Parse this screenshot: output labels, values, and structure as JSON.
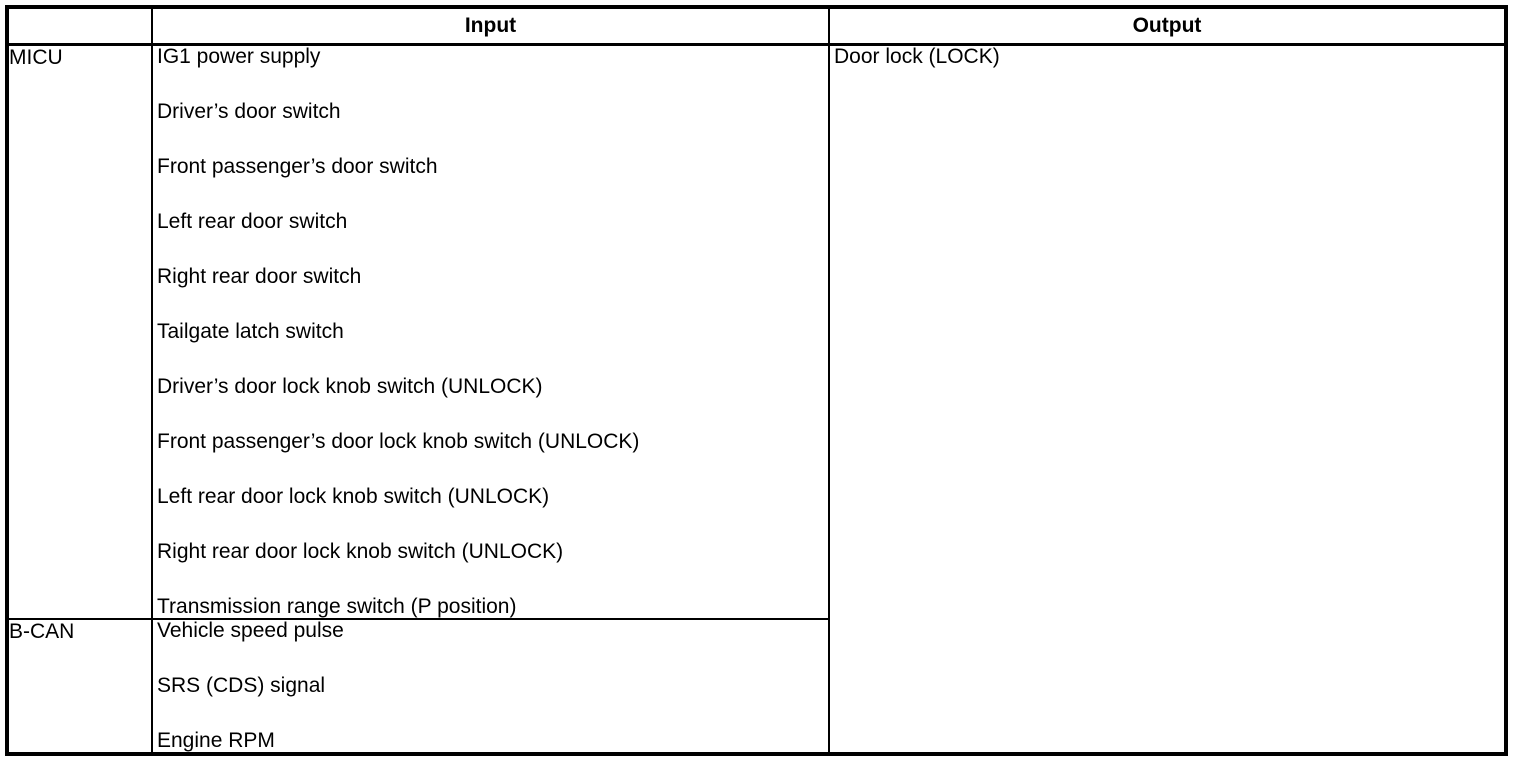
{
  "table": {
    "header": {
      "source": "",
      "input": "Input",
      "output": "Output"
    },
    "rows": [
      {
        "source": "MICU",
        "inputs": [
          "IG1 power supply",
          "Driver’s door switch",
          "Front passenger’s door switch",
          "Left rear door switch",
          "Right rear door switch",
          "Tailgate latch switch",
          "Driver’s door lock knob switch (UNLOCK)",
          "Front passenger’s door lock knob switch (UNLOCK)",
          "Left rear door lock knob switch (UNLOCK)",
          "Right rear door lock knob switch (UNLOCK)",
          "Transmission range switch (P position)"
        ],
        "output": "Door lock (LOCK)"
      },
      {
        "source": "B-CAN",
        "inputs": [
          "Vehicle speed pulse",
          "SRS (CDS) signal",
          "Engine RPM"
        ]
      }
    ],
    "colors": {
      "border": "#000000",
      "background": "#ffffff",
      "text": "#000000"
    }
  }
}
